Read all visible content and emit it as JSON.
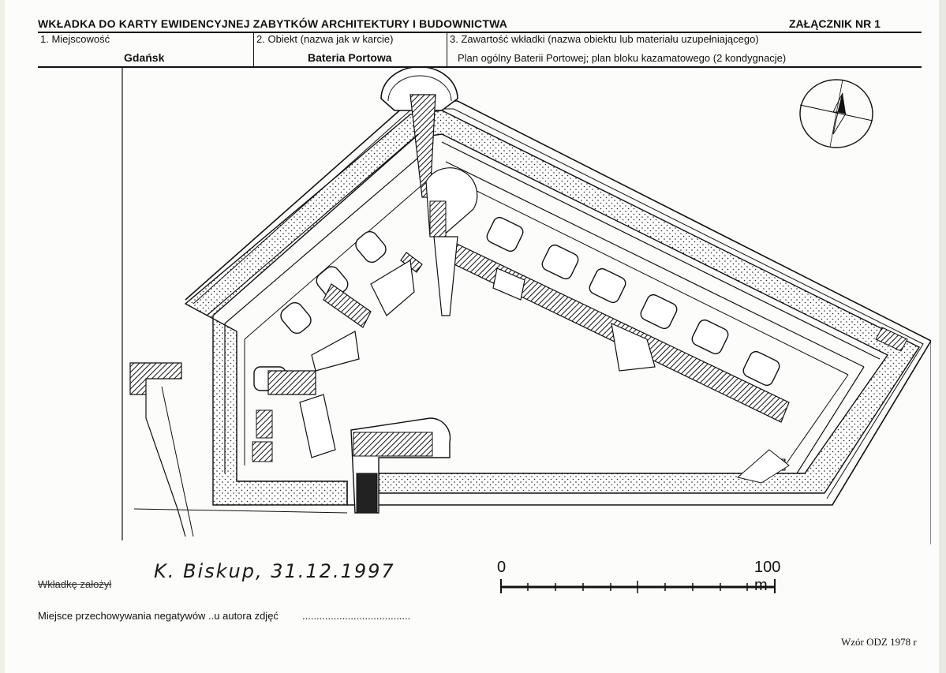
{
  "header": {
    "title": "WKŁADKA DO KARTY EWIDENCYJNEJ ZABYTKÓW ARCHITEKTURY I BUDOWNICTWA",
    "annex": "ZAŁĄCZNIK NR 1"
  },
  "fields": [
    {
      "label": "1. Miejscowość",
      "value": "Gdańsk"
    },
    {
      "label": "2. Obiekt (nazwa jak w karcie)",
      "value": "Bateria Portowa"
    },
    {
      "label": "3. Zawartość wkładki (nazwa obiektu lub materiału uzupełniającego)",
      "value": "Plan ogólny Baterii Portowej; plan bloku kazamatowego (2 kondygnacje)"
    }
  ],
  "founder": {
    "label": "Wkładkę założył",
    "signature": "K. Biskup, 31.12.1997"
  },
  "negatives": {
    "label": "Miejsce przechowywania negatywów ..u autora zdjęć",
    "dots": "......................................"
  },
  "scale": {
    "start": "0",
    "end": "100 m"
  },
  "footer": {
    "model": "Wzór ODZ 1978 r"
  }
}
